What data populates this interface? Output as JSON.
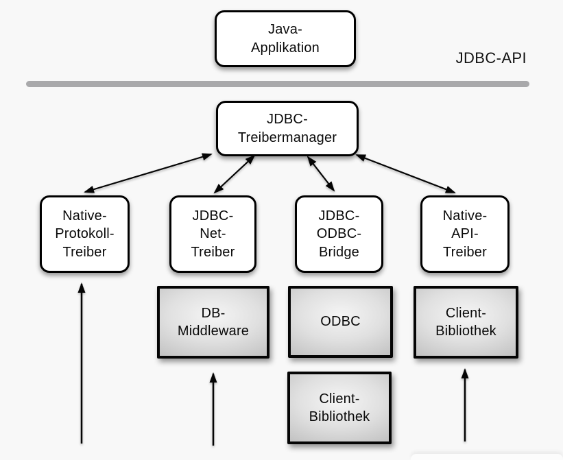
{
  "diagram": {
    "api_label": "JDBC-API",
    "nodes": {
      "java_app": {
        "label": "Java-\nApplikation"
      },
      "treibermanager": {
        "label": "JDBC-\nTreibermanager"
      },
      "native_protokoll": {
        "label": "Native-\nProtokoll-\nTreiber"
      },
      "jdbc_net": {
        "label": "JDBC-\nNet-\nTreiber"
      },
      "jdbc_odbc": {
        "label": "JDBC-\nODBC-\nBridge"
      },
      "native_api": {
        "label": "Native-\nAPI-\nTreiber"
      },
      "db_middleware": {
        "label": "DB-\nMiddleware"
      },
      "odbc": {
        "label": "ODBC"
      },
      "client_bibliothek_right": {
        "label": "Client-\nBibliothek"
      },
      "client_bibliothek_bottom": {
        "label": "Client-\nBibliothek"
      }
    },
    "colors": {
      "background": "#f8f8f8",
      "box_fill_white": "#ffffff",
      "box_border": "#000000",
      "gray_box_fill": "#d9d9d9",
      "divider": "#a9a9ab",
      "arrow": "#050505",
      "text": "#0a0a0a"
    }
  }
}
